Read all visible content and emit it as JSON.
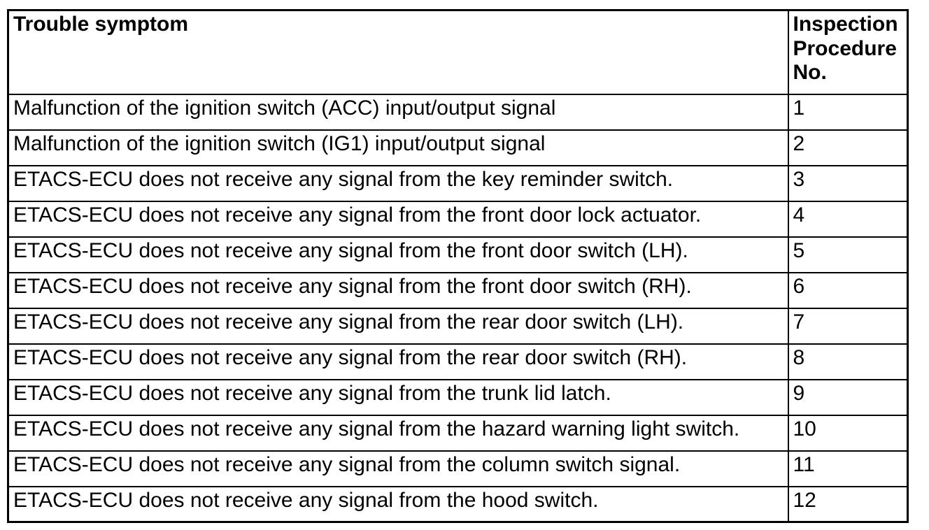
{
  "page": {
    "background_color": "#ffffff",
    "border_color": "#000000",
    "text_color": "#000000"
  },
  "table": {
    "columns": [
      {
        "label": "Trouble symptom"
      },
      {
        "label": "Inspection Procedure No."
      }
    ],
    "rows": [
      {
        "symptom": "Malfunction of the ignition switch (ACC) input/output signal",
        "procedure_no": "1"
      },
      {
        "symptom": "Malfunction of the ignition switch (IG1) input/output signal",
        "procedure_no": "2"
      },
      {
        "symptom": "ETACS-ECU does not receive any signal from the key reminder switch.",
        "procedure_no": "3"
      },
      {
        "symptom": "ETACS-ECU does not receive any signal from the front door lock actuator.",
        "procedure_no": "4"
      },
      {
        "symptom": "ETACS-ECU does not receive any signal from the front door switch (LH).",
        "procedure_no": "5"
      },
      {
        "symptom": "ETACS-ECU does not receive any signal from the front door switch (RH).",
        "procedure_no": "6"
      },
      {
        "symptom": "ETACS-ECU does not receive any signal from the rear door switch (LH).",
        "procedure_no": "7"
      },
      {
        "symptom": "ETACS-ECU does not receive any signal from the rear door switch (RH).",
        "procedure_no": "8"
      },
      {
        "symptom": "ETACS-ECU does not receive any signal from the trunk lid latch.",
        "procedure_no": "9"
      },
      {
        "symptom": "ETACS-ECU does not receive any signal from the hazard warning light switch.",
        "procedure_no": "10"
      },
      {
        "symptom": "ETACS-ECU does not receive any signal from the column switch signal.",
        "procedure_no": "11"
      },
      {
        "symptom": "ETACS-ECU does not receive any signal from the hood switch.",
        "procedure_no": "12"
      }
    ]
  }
}
